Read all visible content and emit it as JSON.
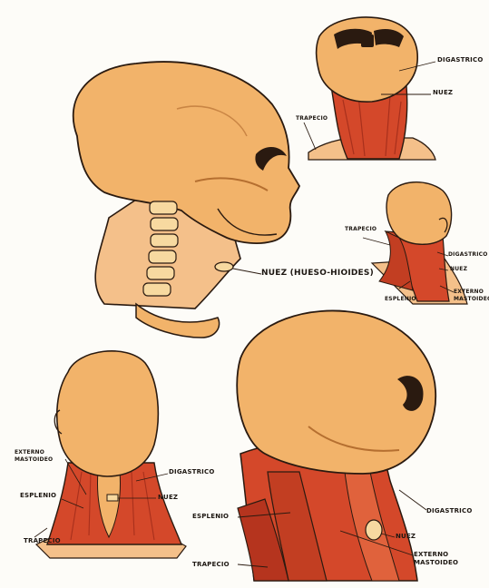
{
  "labels": {
    "fig1": {
      "nuez_hueso_hioides": "NUEZ (HUESO-HIOIDES)"
    },
    "fig2": {
      "digastrico": "DIGASTRICO",
      "nuez": "NUEZ",
      "trapecio": "TRAPECIO"
    },
    "fig3": {
      "trapecio": "TRAPECIO",
      "digastrico": "DIGASTRICO",
      "nuez": "NUEZ",
      "esplenio": "ESPLENIO",
      "externo_mastoideo": "EXTERNO MASTOIDEO"
    },
    "fig4": {
      "externo_mastoideo": "EXTERNO MASTOIDEO",
      "digastrico": "DIGASTRICO",
      "esplenio": "ESPLENIO",
      "nuez": "NUEZ",
      "trapecio": "TRAPECIO"
    },
    "fig5": {
      "esplenio": "ESPLENIO",
      "digastrico": "DIGASTRICO",
      "nuez": "NUEZ",
      "externo_mastoideo": "EXTERNO MASTOIDEO",
      "trapecio": "TRAPECIO"
    }
  },
  "colors": {
    "skin": "#f2b36a",
    "skin_shade": "#e39a55",
    "muscle": "#d4482a",
    "muscle_dark": "#a8301c",
    "outline": "#2a1a10",
    "vertebra": "#f7d9a0"
  }
}
